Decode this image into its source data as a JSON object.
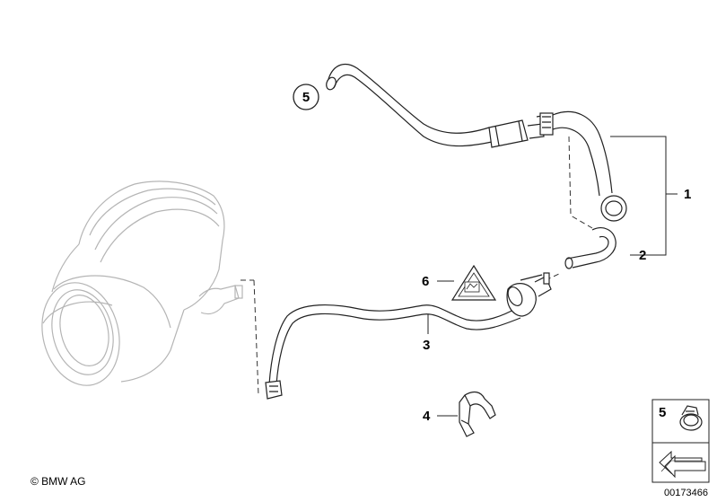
{
  "callouts": {
    "part1": "1",
    "part2": "2",
    "part3": "3",
    "part4": "4",
    "part5_circle": "5",
    "part6": "6",
    "inset_part5": "5"
  },
  "copyright": "© BMW AG",
  "image_number": "00173466"
}
